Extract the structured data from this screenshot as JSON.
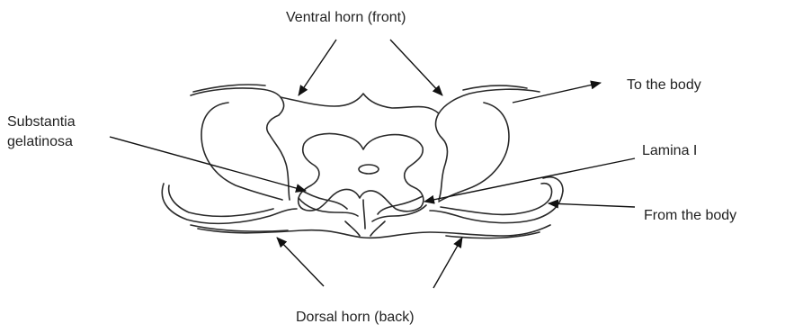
{
  "labels": {
    "ventral_horn": "Ventral horn (front)",
    "to_body": "To the body",
    "substantia_line1": "Substantia",
    "substantia_line2": "gelatinosa",
    "lamina": "Lamina I",
    "from_body": "From the body",
    "dorsal_horn": "Dorsal horn (back)"
  },
  "colors": {
    "line": "#2a2a2a",
    "text": "#222222",
    "background": "#ffffff"
  }
}
